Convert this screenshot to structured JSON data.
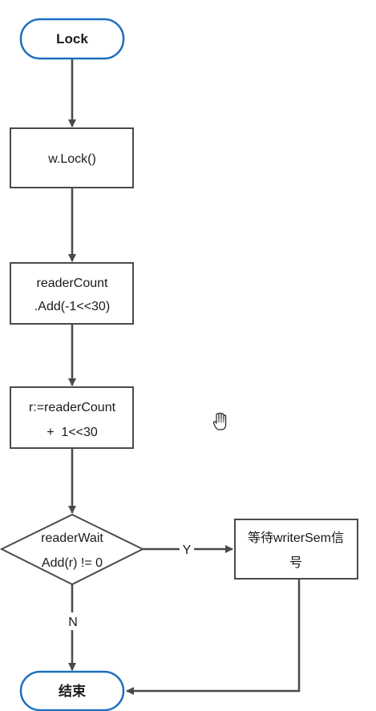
{
  "diagram": {
    "colors": {
      "terminal_stroke": "#1e6fbf",
      "box_stroke": "#4a4a4a",
      "edge": "#4a4a4a",
      "text": "#1a1a1a"
    },
    "nodes": {
      "start": {
        "label": "Lock"
      },
      "lock_call": {
        "label": "w.Lock()"
      },
      "reader_count_add": {
        "line1": "readerCount",
        "line2": ".Add(-1<<30)"
      },
      "r_assign": {
        "line1": "r:=readerCount",
        "line2": "+  1<<30"
      },
      "decision": {
        "line1": "readerWait",
        "line2": "Add(r) != 0"
      },
      "wait_sem": {
        "line1": "等待writerSem信",
        "line2": "号"
      },
      "end": {
        "label": "结束"
      }
    },
    "edges": {
      "yes_label": "Y",
      "no_label": "N"
    }
  }
}
